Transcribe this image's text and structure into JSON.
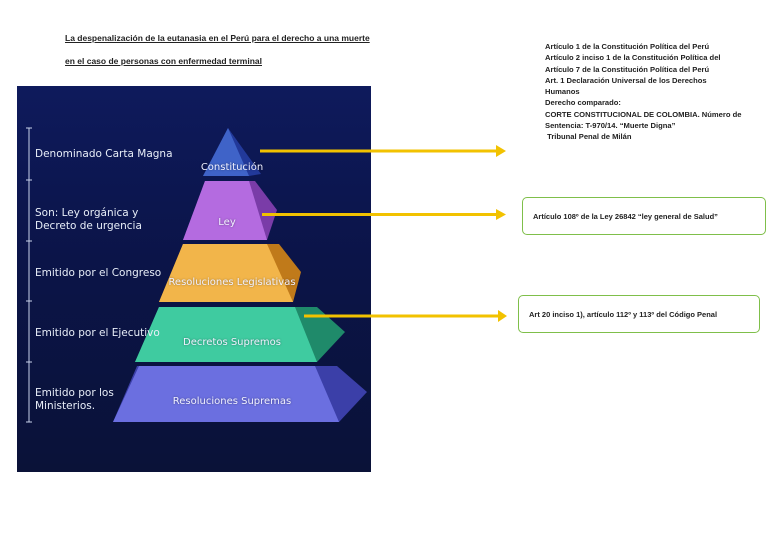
{
  "header": {
    "title_line1": "La despenalización de la eutanasia en el Perú para el derecho a una muerte",
    "title_line2": "en el caso de personas con enfermedad terminal"
  },
  "pyramid": {
    "side_labels": [
      [
        "Denominado Carta Magna"
      ],
      [
        "Son: Ley orgánica y",
        "Decreto de urgencia"
      ],
      [
        "Emitido por el Congreso"
      ],
      [
        "Emitido por el Ejecutivo"
      ],
      [
        "Emitido por los",
        "Ministerios."
      ]
    ],
    "tiers": [
      "Constitución",
      "Ley",
      "Resoluciones Legislativas",
      "Decretos Supremos",
      "Resoluciones Supremas"
    ],
    "colors": [
      "#3f63c8",
      "#b46be0",
      "#f2b54a",
      "#3fcba0",
      "#6b6fe0"
    ]
  },
  "references": {
    "constitution_lines": [
      "Artículo 1 de la Constitución Política del Perú",
      "Artículo 2 inciso 1 de la Constitución Política del",
      "Artículo 7 de la Constitución Política del Perú",
      "Art. 1 Declaración Universal de los Derechos",
      "Humanos",
      "Derecho comparado:",
      "CORTE CONSTITUCIONAL DE COLOMBIA. Número de",
      "Sentencia: T-970/14. “Muerte Digna”",
      " Tribunal Penal de Milán"
    ],
    "ley_box": "Artículo 108º de la Ley 26842 “ley general de Salud”",
    "decretos_box": "Art 20 inciso 1), artículo 112º  y 113º del Código Penal"
  },
  "arrow_color": "#f2c200"
}
